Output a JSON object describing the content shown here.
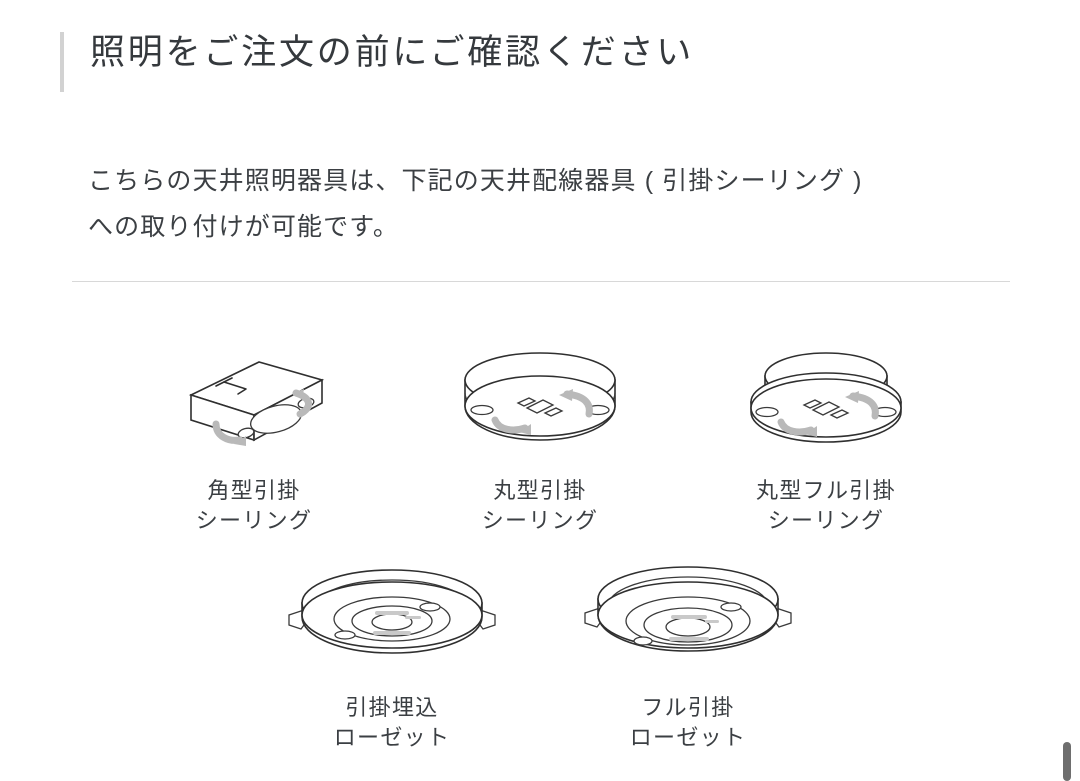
{
  "page": {
    "background_color": "#ffffff",
    "accent_bar_color": "#d2d2d2",
    "divider_color": "#d8d8d8",
    "text_color": "#3b3f43"
  },
  "heading": {
    "text": "照明をご注文の前にご確認ください"
  },
  "lead": {
    "line1": "こちらの天井照明器具は、下記の天井配線器具 ( 引掛シーリング )",
    "line2": "への取り付けが可能です。"
  },
  "items": {
    "row_top": [
      {
        "icon": "square-hook-ceiling-icon",
        "caption_line1": "角型引掛",
        "caption_line2": "シーリング",
        "caption": "角型引掛\nシーリング"
      },
      {
        "icon": "round-hook-ceiling-icon",
        "caption_line1": "丸型引掛",
        "caption_line2": "シーリング",
        "caption": "丸型引掛\nシーリング"
      },
      {
        "icon": "round-full-hook-ceiling-icon",
        "caption_line1": "丸型フル引掛",
        "caption_line2": "シーリング",
        "caption": "丸型フル引掛\nシーリング"
      }
    ],
    "row_bottom": [
      {
        "icon": "flush-mount-rosette-icon",
        "caption_line1": "引掛埋込",
        "caption_line2": "ローゼット",
        "caption": "引掛埋込\nローゼット"
      },
      {
        "icon": "full-hook-rosette-icon",
        "caption_line1": "フル引掛",
        "caption_line2": "ローゼット",
        "caption": "フル引掛\nローゼット"
      }
    ]
  },
  "scrollbar": {
    "thumb_color": "#6e6e6e",
    "position": "bottom"
  }
}
